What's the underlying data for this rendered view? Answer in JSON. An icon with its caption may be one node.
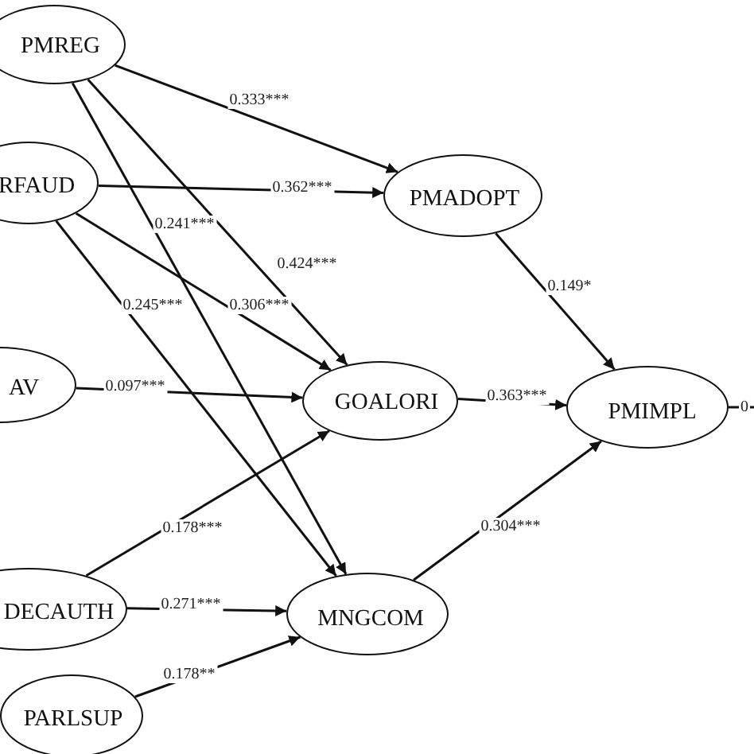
{
  "diagram": {
    "nodes": [
      {
        "text": [
          "PMREG"
        ]
      },
      {
        "text": [
          "RFAUD"
        ]
      },
      {
        "text": [
          "AV"
        ]
      },
      {
        "text": [
          "DECAUTH"
        ]
      },
      {
        "text": [
          "PARLSUP"
        ]
      },
      {
        "text": [
          "PMADOPT"
        ]
      },
      {
        "text": [
          "GOALORI"
        ]
      },
      {
        "text": [
          "MNGCOM"
        ]
      },
      {
        "text": [
          "PMIMPL"
        ]
      }
    ],
    "edges": [
      {
        "from": 0,
        "to": 5,
        "arrow": "to",
        "label": "0.333***"
      },
      {
        "from": 0,
        "to": 7,
        "arrow": "to",
        "label": "0.241***"
      },
      {
        "from": 0,
        "to": 6,
        "arrow": "to",
        "label": "0.424***"
      },
      {
        "from": 1,
        "to": 5,
        "arrow": "to",
        "label": "0.362***"
      },
      {
        "from": 1,
        "to": 7,
        "arrow": "to",
        "label": "0.245***"
      },
      {
        "from": 1,
        "to": 6,
        "arrow": "to",
        "label": "0.306***"
      },
      {
        "from": 2,
        "to": 6,
        "arrow": "to",
        "label": "0.097***"
      },
      {
        "from": 3,
        "to": 6,
        "arrow": "to",
        "label": "0.178***"
      },
      {
        "from": 3,
        "to": 7,
        "arrow": "to",
        "label": "0.271***"
      },
      {
        "from": 4,
        "to": 7,
        "arrow": "to",
        "label": "0.178**"
      },
      {
        "from": 5,
        "to": 8,
        "arrow": "to",
        "label": "0.149*"
      },
      {
        "from": 6,
        "to": 8,
        "arrow": "to",
        "label": "0.363***"
      },
      {
        "from": 7,
        "to": 8,
        "arrow": "to",
        "label": "0.304***"
      },
      {
        "from": 8,
        "to": null,
        "arrow": "none",
        "label": "0"
      }
    ]
  }
}
